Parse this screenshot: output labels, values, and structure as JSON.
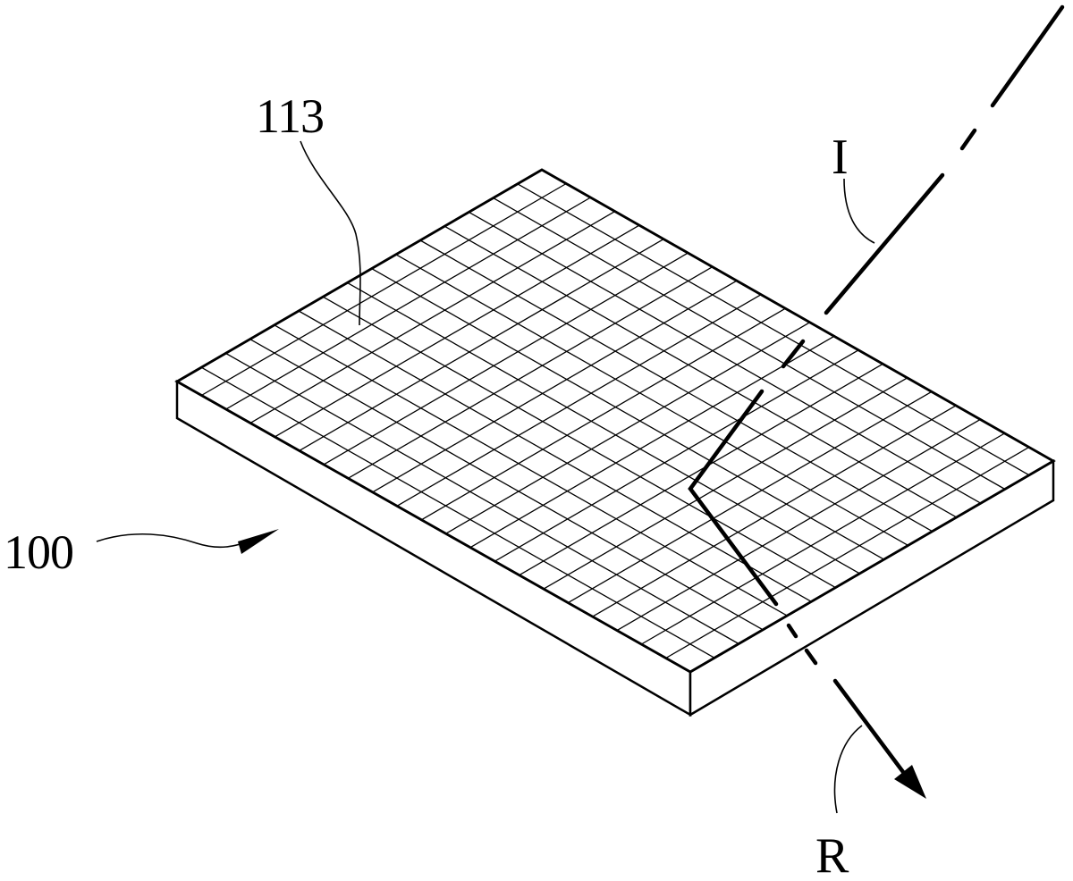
{
  "figure": {
    "labels": {
      "surface": "113",
      "device": "100",
      "incident": "I",
      "reflected": "R"
    },
    "colors": {
      "ink": "#000000",
      "paper": "#ffffff"
    }
  }
}
